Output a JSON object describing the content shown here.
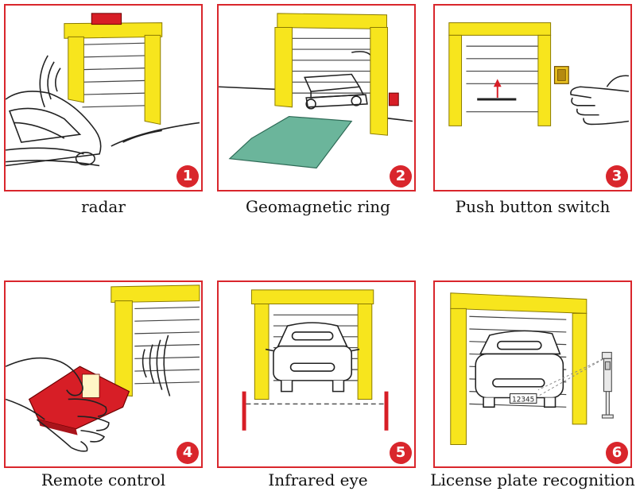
{
  "panels": [
    {
      "number": "1",
      "caption": "radar",
      "icon": "radar-sensor-icon"
    },
    {
      "number": "2",
      "caption": "Geomagnetic ring",
      "icon": "ground-loop-icon"
    },
    {
      "number": "3",
      "caption": "Push button switch",
      "icon": "push-button-icon"
    },
    {
      "number": "4",
      "caption": "Remote control",
      "icon": "remote-control-icon"
    },
    {
      "number": "5",
      "caption": "Infrared eye",
      "icon": "infrared-sensor-icon"
    },
    {
      "number": "6",
      "caption": "License plate recognition",
      "icon": "license-plate-camera-icon"
    }
  ],
  "plate_text": "12345",
  "colors": {
    "border": "#d9262c",
    "frame": "#f7e51d",
    "mat": "#6bb59b",
    "remote": "#d71e26"
  }
}
